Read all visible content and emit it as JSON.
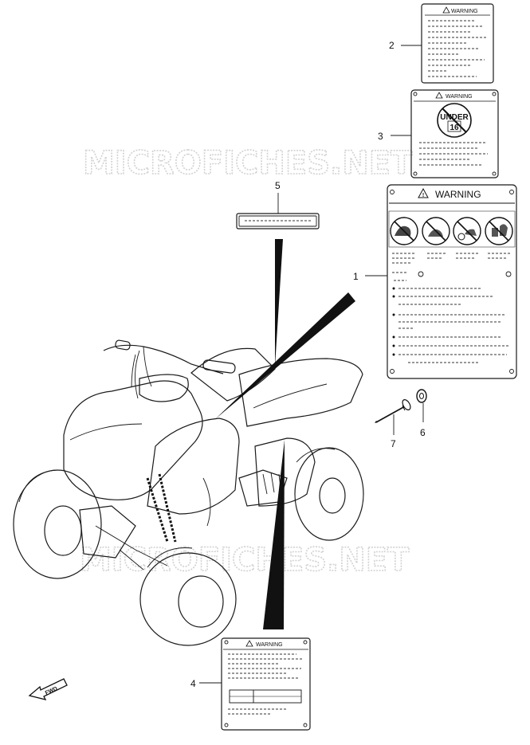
{
  "watermark_text": "MICROFICHES.NET",
  "labels": {
    "warning_2": "WARNING",
    "warning_3": "WARNING",
    "warning_1": "WARNING",
    "warning_4": "WARNING",
    "under_text": "UNDER",
    "under_age": "16",
    "fwd": "FWD"
  },
  "callouts": {
    "c1": "1",
    "c2": "2",
    "c3": "3",
    "c4": "4",
    "c5": "5",
    "c6": "6",
    "c7": "7"
  }
}
